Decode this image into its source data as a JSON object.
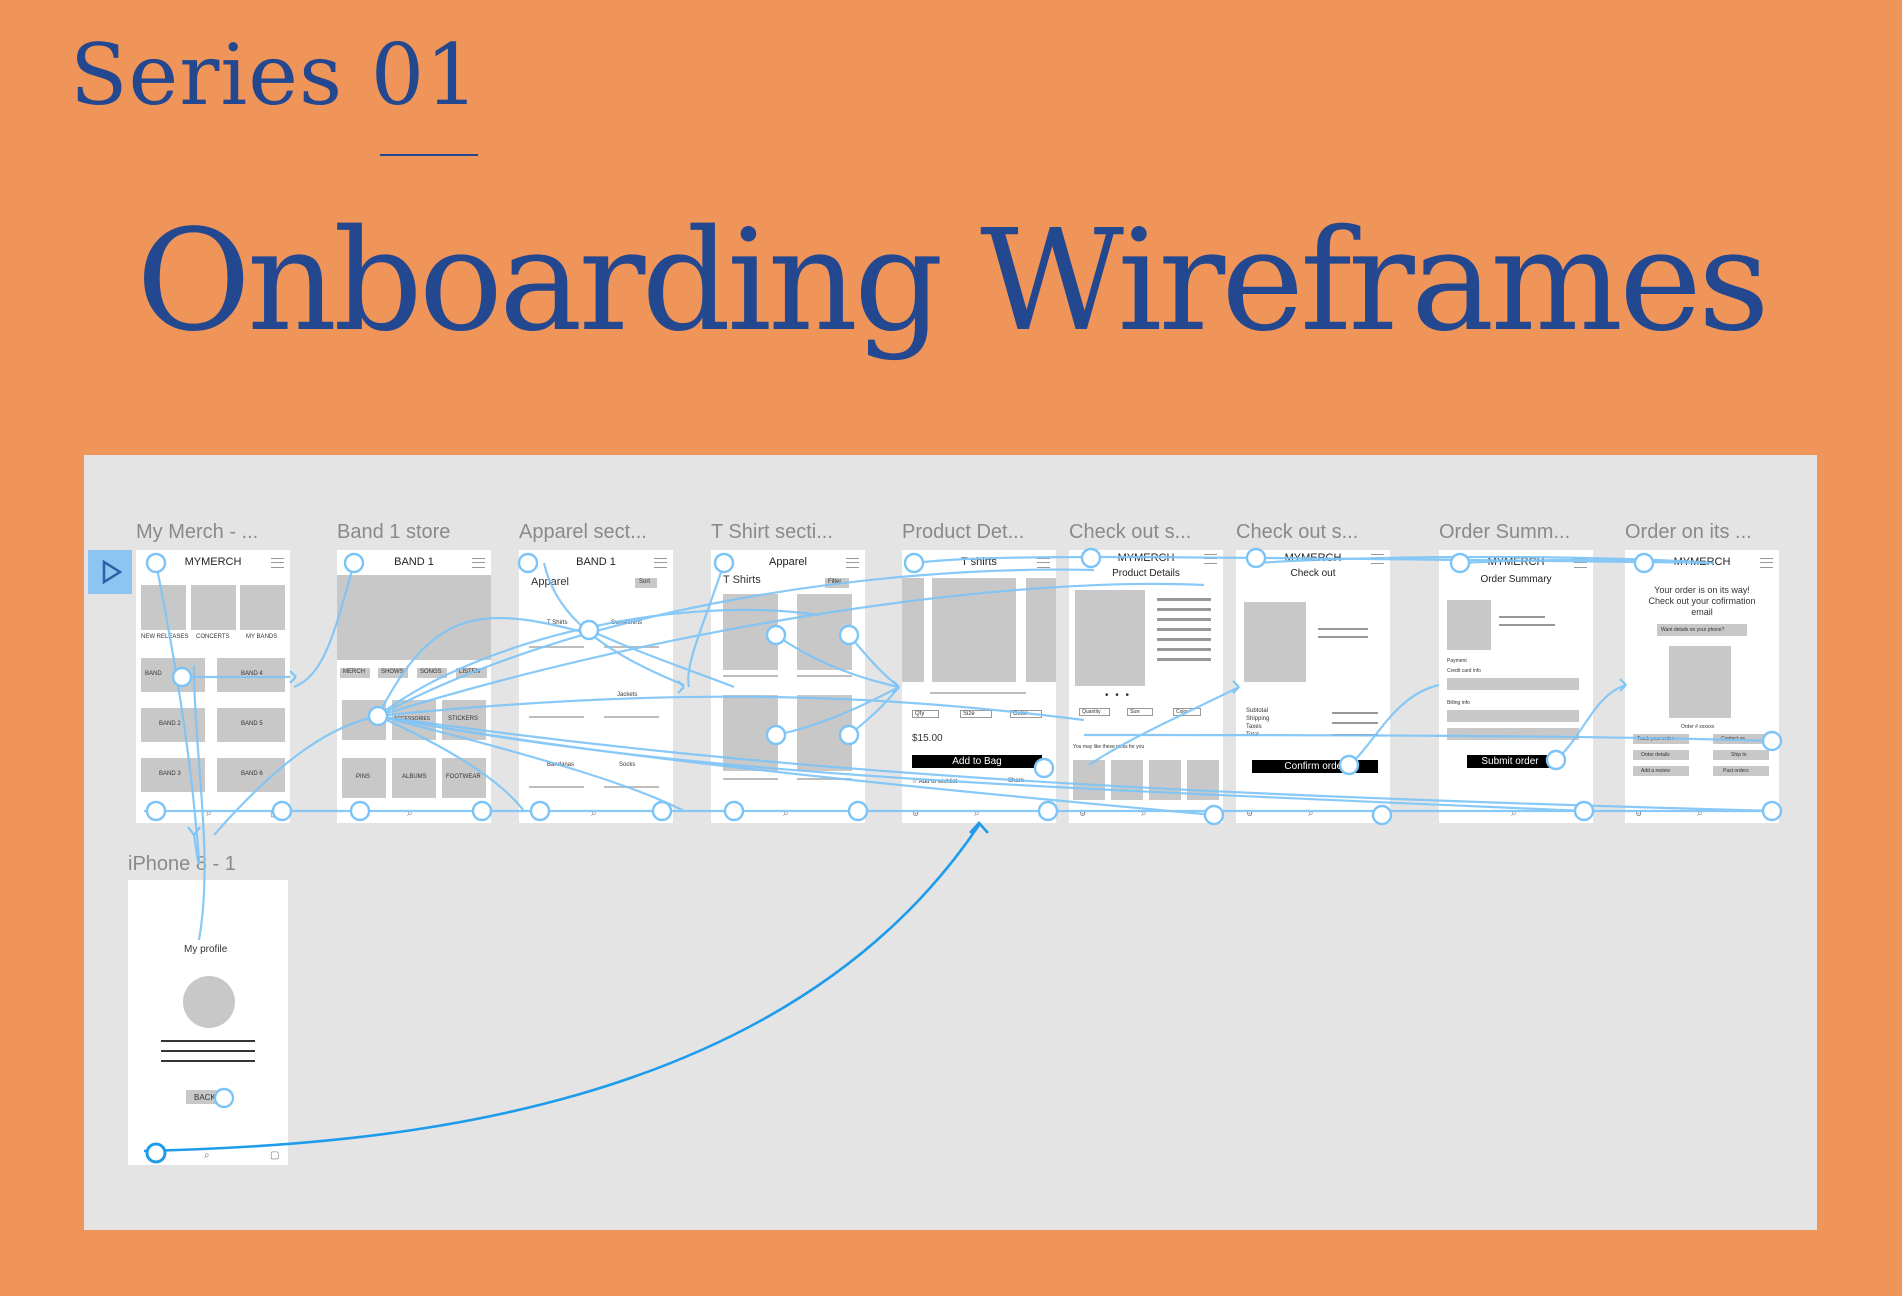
{
  "heading": {
    "series": "Series 01",
    "title": "Onboarding Wireframes"
  },
  "colors": {
    "background": "#F0955A",
    "heading": "#24488F",
    "canvas": "#E4E4E4",
    "wire": "#7CC4F7"
  },
  "canvas": {
    "play_icon": "play-icon",
    "frames": [
      {
        "label": "My Merch - ...",
        "header": "MYMERCH",
        "tiles": [
          "NEW RELEASES",
          "CONCERTS",
          "MY BANDS"
        ],
        "buttons": [
          "BAND",
          "BAND 4",
          "BAND 2",
          "BAND 5",
          "BAND 3",
          "BAND 6"
        ]
      },
      {
        "label": "Band 1 store",
        "header": "BAND 1",
        "tabs": [
          "MERCH",
          "SHOWS",
          "SONGS",
          "LISTEN"
        ],
        "items": [
          "",
          "ACCESSORIES",
          "STICKERS",
          "PINS",
          "ALBUMS",
          "FOOTWEAR"
        ]
      },
      {
        "label": "Apparel sect...",
        "header": "BAND 1",
        "section": "Apparel",
        "sort": "Sort",
        "items": [
          "T Shirts",
          "Sweatshirts",
          "",
          "Jackets",
          "Bandanas",
          "Socks"
        ]
      },
      {
        "label": "T Shirt secti...",
        "header": "Apparel",
        "section": "T Shirts",
        "filter": "Filter"
      },
      {
        "label": "Product Det...",
        "header": "T shirts",
        "selects": [
          "Qty",
          "Size",
          "Color"
        ],
        "price": "$15.00",
        "add_button": "Add to Bag",
        "wishlist": "Add to wishlist",
        "share": "Share"
      },
      {
        "label": "Check out s...",
        "header": "MYMERCH",
        "subheader": "Product Details",
        "dots": "• • •",
        "selects": [
          "Quantity",
          "Size",
          "Color"
        ],
        "suggest": "You may like these picks for you"
      },
      {
        "label": "Check out s...",
        "header": "MYMERCH",
        "subheader": "Check out",
        "summary": [
          "Subtotal",
          "Shipping",
          "Taxes",
          "Total"
        ],
        "confirm_button": "Confirm order"
      },
      {
        "label": "Order Summ...",
        "header": "MYMERCH",
        "subheader": "Order Summary",
        "payment": "Payment",
        "card": "Credit card info",
        "billing": "Billing info",
        "submit_button": "Submit order"
      },
      {
        "label": "Order on its ...",
        "header": "MYMERCH",
        "message": "Your order is on its way! Check out your cofirmation email",
        "phone_button": "Want details on your phone?",
        "order_num": "Order # xxxxxx",
        "actions": [
          "Track your order",
          "Contact us",
          "Order details",
          "Ship to",
          "Add a review",
          "Past orders"
        ]
      }
    ],
    "profile": {
      "label": "iPhone 8 - 1",
      "title": "My profile",
      "back": "BACK"
    }
  }
}
